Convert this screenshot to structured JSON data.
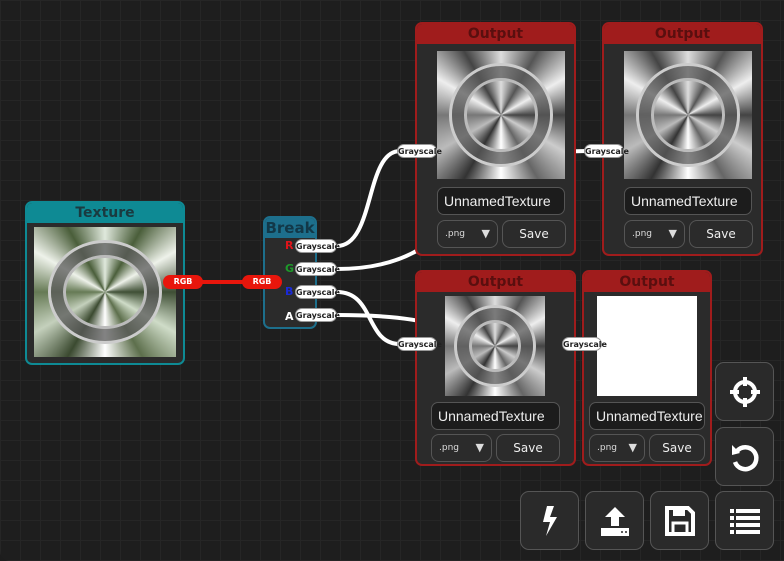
{
  "texture_node": {
    "title": "Texture",
    "output": "RGB"
  },
  "break_node": {
    "title": "Break",
    "input": "RGB",
    "channels": [
      {
        "label": "R",
        "color": "#e0141a",
        "output": "Grayscale"
      },
      {
        "label": "G",
        "color": "#1d9a2a",
        "output": "Grayscale"
      },
      {
        "label": "B",
        "color": "#1a2ad8",
        "output": "Grayscale"
      },
      {
        "label": "A",
        "color": "#ffffff",
        "output": "Grayscale"
      }
    ]
  },
  "output_nodes": [
    {
      "title": "Output",
      "input": "Grayscale",
      "name": "UnnamedTexture",
      "format": ".png",
      "save": "Save"
    },
    {
      "title": "Output",
      "input": "Grayscale",
      "name": "UnnamedTexture",
      "format": ".png",
      "save": "Save"
    },
    {
      "title": "Output",
      "input": "Grayscale",
      "name": "UnnamedTexture",
      "format": ".png",
      "save": "Save"
    },
    {
      "title": "Output",
      "input": "Grayscale",
      "name": "UnnamedTexture",
      "format": ".png",
      "save": "Save"
    }
  ],
  "toolbar": [
    "center-view",
    "reset",
    "generate",
    "export",
    "save",
    "menu"
  ]
}
